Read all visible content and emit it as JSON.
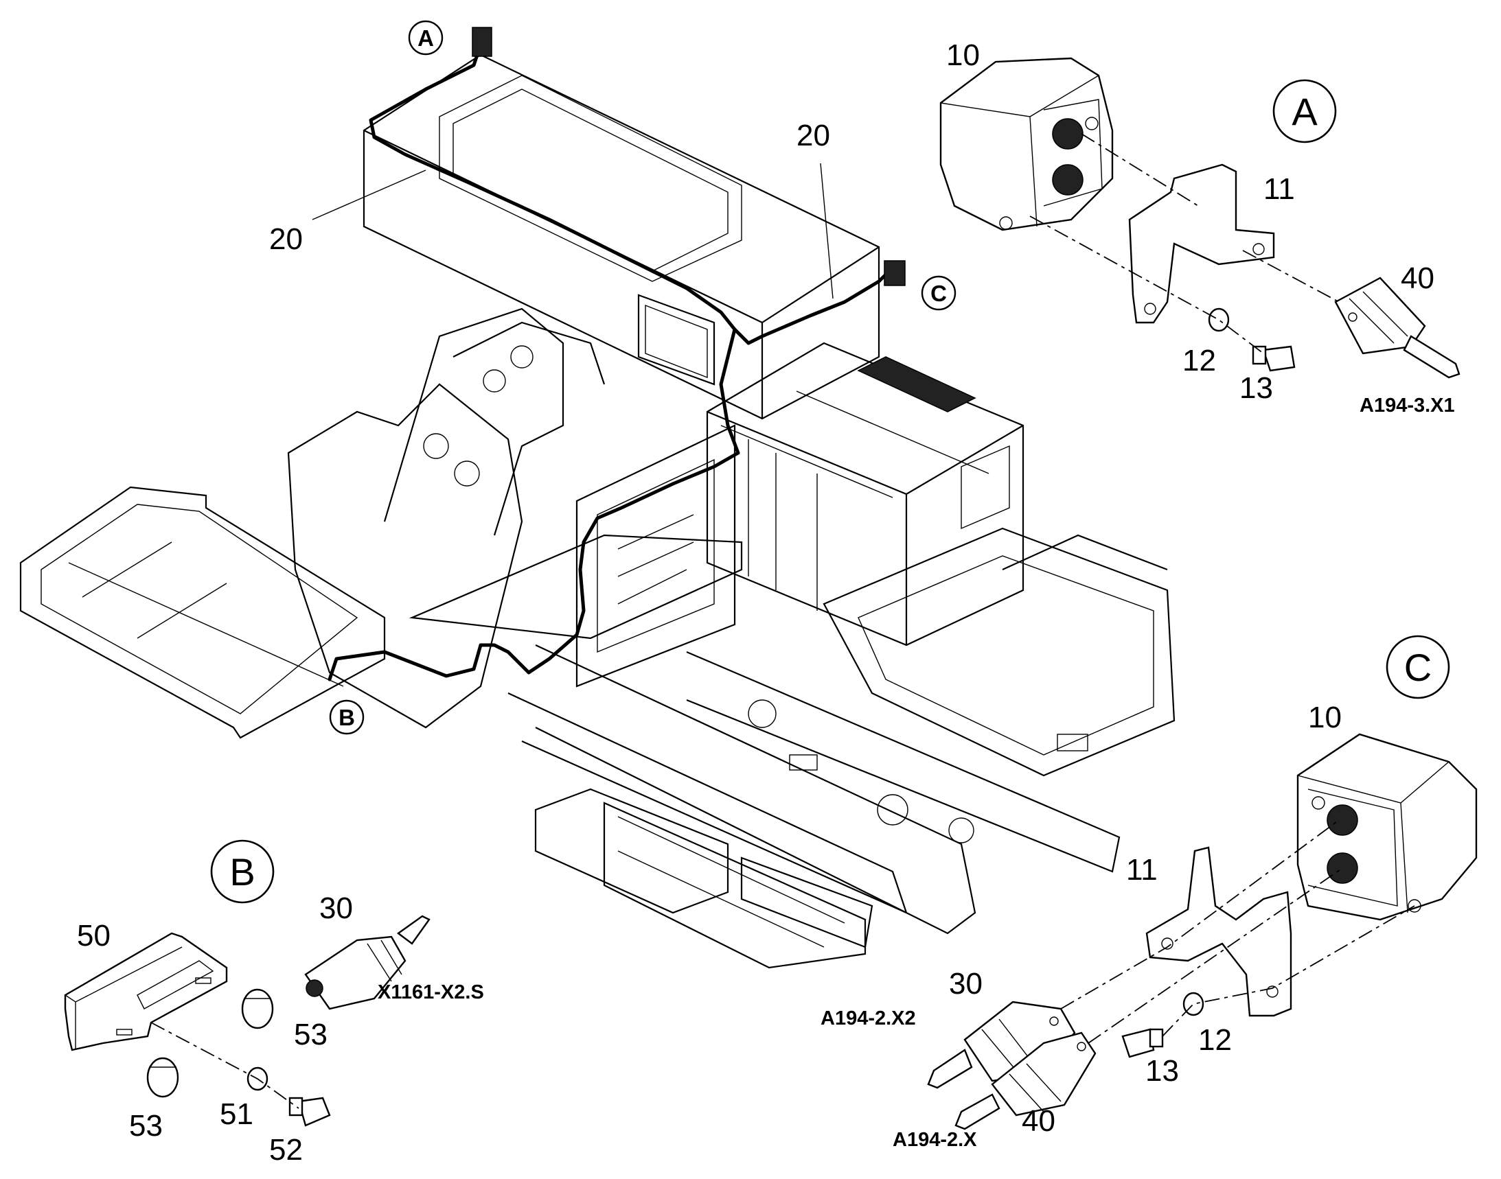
{
  "detail_labels": {
    "A": "A",
    "B": "B",
    "C": "C"
  },
  "item_numbers": {
    "connector_box": "10",
    "bracket": "11",
    "washer": "12",
    "screw": "13",
    "harness": "20",
    "connector_30": "30",
    "connector_40": "40",
    "holder_plate": "50",
    "holder_washer": "51",
    "holder_screw": "52",
    "cable_clamp": "53"
  },
  "connector_codes": {
    "detail_a_40": "A194-3.X1",
    "detail_b_30": "X1161-X2.S",
    "detail_c_30": "A194-2.X2",
    "detail_c_40": "A194-2.X"
  },
  "icons": {
    "detail_marker": "circle-letter-icon",
    "connector": "round-plug-icon"
  }
}
